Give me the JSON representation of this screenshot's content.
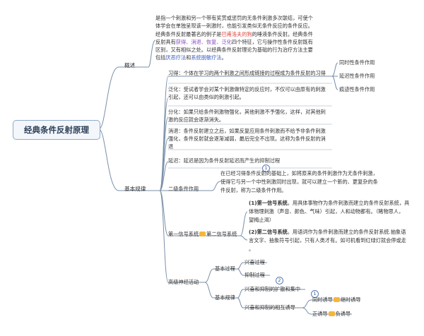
{
  "root": {
    "label": "经典条件反射原理"
  },
  "overview": {
    "label": "概述",
    "p1": "是指一个刺激和另一个带有奖赏或惩罚的无条件刺激多次联结，可使个",
    "p2": "体学会在单独呈现该一刺激时，也能引发类似无条件反应的条件反应。",
    "p3a": "经典条件反射最著名的例子是",
    "p3_hl": "巴甫洛夫的狗",
    "p3b": "的唾液条件反射。经典条件",
    "p4a": "反射具有",
    "p4_hl": "获得、消退、恢复、泛化",
    "p4b": "四个特征，它与操作性条件反射既有",
    "p5": "区别，又有相似之处。以经典条件反射理论为基础的行为治疗方法主要",
    "p6a": "包括",
    "p6_hl1": "厌恶疗法",
    "p6b": "和",
    "p6_hl2": "系统脱敏疗法",
    "p6c": "。"
  },
  "basic": {
    "label": "基本规律",
    "acquire": "习得：个体在学习的两个刺激之间形成链接的过程成为条件反射的习得",
    "acquire_subs": [
      "同时性条件作用",
      "延迟性条件作用",
      "痕迹性条件作用"
    ],
    "generalize_1": "泛化：受试者学会对某个刺激做特定的反应时，不仅可以由原有的刺激",
    "generalize_2": "引起，还可以由类似的刺激引起。",
    "differentiate_1": "分化：如果只给条件刺激物强化，其他刺激不予强化，这样，对其他刺",
    "differentiate_2": "激的反应就会逐渐消失。",
    "extinction_1": "消退：条件反射建立之后，如果反复应用条件刺激而不给予非条件刺激",
    "extinction_2": "强化，条件反射就会逐渐减弱，最后完全不出现。这称为条件反射的消",
    "extinction_3": "退",
    "delay": "延迟：延迟是因为条件反射延迟而产生的抑制过程",
    "second_order": {
      "label": "二级条件作用",
      "d1": "在已经习得条件反射的基础上，如将原来的条件刺激作为无条件刺激，",
      "d2": "使得它与另一个中性刺激同时出现，就可以建立一个新的、更复杂的条",
      "d3": "件反射，称为二级条件作用。",
      "badge": "1"
    },
    "signal": {
      "label_a": "第一信号系统",
      "label_b": "第二信号系统",
      "first_title": "(1)第一信号系统",
      "first_1": "。用具体事物作为条件刺激而建立的条件反射系统，具",
      "first_2": "体物理刺激（声音、颜色、气味）引起，人和动物都有。（睹物思人，",
      "first_3": "望梅止渴）",
      "second_title": "(2)第二信号系统",
      "second_1": "。用语词作为条件刺激而建立的条件反射系统.抽象语",
      "second_2": "言文字、抽象符号引起，只有人类才有。如可机看到红绿灯就会停或走",
      "second_3": "。"
    },
    "neural": {
      "label": "高级神经活动",
      "process_label": "基本过程",
      "excite": "兴奋过程",
      "inhibit": "抑制过程",
      "process_badge": "2",
      "law_label": "基本规律",
      "spread": "兴奋和抑制的扩散和集中",
      "spread_badge": "1",
      "mutual": "兴奋和抑制的相互诱导",
      "simul_a": "同时诱导",
      "simul_b": "继时诱导",
      "pos_a": "正诱导",
      "pos_b": "负诱导"
    }
  }
}
